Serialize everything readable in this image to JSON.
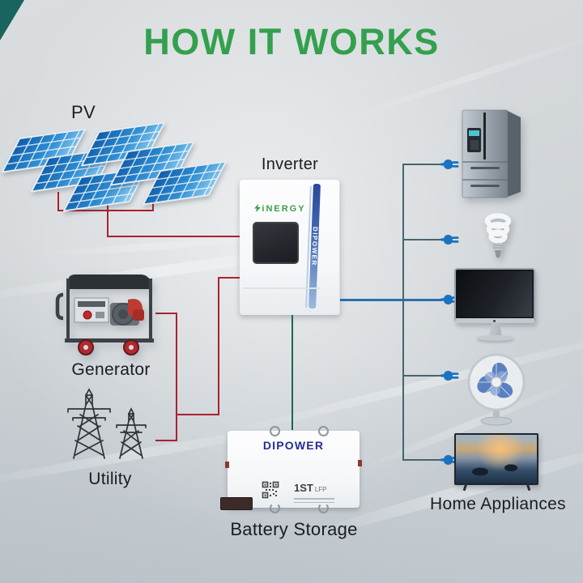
{
  "title": "HOW IT WORKS",
  "colors": {
    "title_green": "#33a04d",
    "dc_line_red": "#a8232e",
    "battery_line_green": "#14694f",
    "ac_line_blue": "#2a6fae",
    "ac_bus_teal": "#47656e",
    "plug_blue": "#1b72bf"
  },
  "pv": {
    "label": "PV"
  },
  "inverter": {
    "label": "Inverter",
    "brand": "iNERGY",
    "side_brand": "DIPOWER"
  },
  "generator": {
    "label": "Generator"
  },
  "utility": {
    "label": "Utility"
  },
  "battery": {
    "label": "Battery Storage",
    "brand": "DIPOWER",
    "model_main": "1ST",
    "model_sub": "LFP"
  },
  "appliances": {
    "label": "Home Appliances",
    "items": [
      "refrigerator",
      "cfl-light-bulb",
      "computer-monitor",
      "desk-fan",
      "television"
    ]
  },
  "connections": [
    {
      "from": "pv",
      "to": "inverter",
      "color": "#a8232e"
    },
    {
      "from": "generator",
      "to": "inverter",
      "color": "#a8232e"
    },
    {
      "from": "utility",
      "to": "inverter",
      "color": "#a8232e"
    },
    {
      "from": "inverter",
      "to": "battery",
      "color": "#14694f"
    },
    {
      "from": "inverter",
      "to": "appliances",
      "color": "#2a6fae"
    }
  ]
}
